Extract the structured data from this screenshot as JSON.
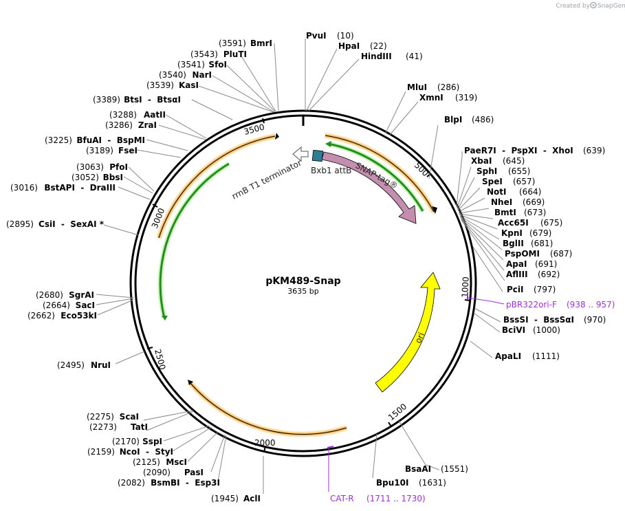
{
  "plasmid": {
    "name": "pKM489-Snap",
    "length_label": "3635 bp",
    "length": 3635
  },
  "credit": {
    "prefix": "Created by",
    "brand": "SnapGene"
  },
  "ticks": [
    "500",
    "1000",
    "1500",
    "2000",
    "2500",
    "3000",
    "3500"
  ],
  "features": [
    {
      "label": "Bxb1 attB"
    },
    {
      "label": "SNAP-tag®"
    },
    {
      "label": "rrnB T1 terminator"
    },
    {
      "label": "ori"
    }
  ],
  "sites": [
    {
      "name": "PvuI",
      "pos": "(10)"
    },
    {
      "name": "HpaI",
      "pos": "(22)"
    },
    {
      "name": "HindIII",
      "pos": "(41)"
    },
    {
      "name": "MluI",
      "pos": "(286)"
    },
    {
      "name": "XmnI",
      "pos": "(319)"
    },
    {
      "name": "BlpI",
      "pos": "(486)"
    },
    {
      "name": "PaeR7I  -  PspXI  -  XhoI",
      "pos": "(639)"
    },
    {
      "name": "XbaI",
      "pos": "(645)"
    },
    {
      "name": "SphI",
      "pos": "(655)"
    },
    {
      "name": "SpeI",
      "pos": "(657)"
    },
    {
      "name": "NotI",
      "pos": "(664)"
    },
    {
      "name": "NheI",
      "pos": "(669)"
    },
    {
      "name": "BmtI",
      "pos": "(673)"
    },
    {
      "name": "Acc65I",
      "pos": "(675)"
    },
    {
      "name": "KpnI",
      "pos": "(679)"
    },
    {
      "name": "BglII",
      "pos": "(681)"
    },
    {
      "name": "PspOMI",
      "pos": "(687)"
    },
    {
      "name": "ApaI",
      "pos": "(691)"
    },
    {
      "name": "AflIII",
      "pos": "(692)"
    },
    {
      "name": "PciI",
      "pos": "(797)"
    },
    {
      "name": "BssSI  -  BssSαI",
      "pos": "(970)"
    },
    {
      "name": "BciVI",
      "pos": "(1000)"
    },
    {
      "name": "ApaLI",
      "pos": "(1111)"
    },
    {
      "name": "BsaAI",
      "pos": "(1551)"
    },
    {
      "name": "Bpu10I",
      "pos": "(1631)"
    },
    {
      "name": "AclI",
      "pos": "(1945)"
    },
    {
      "name": "BsmBI  -  Esp3I",
      "pos": "(2082)"
    },
    {
      "name": "PasI",
      "pos": "(2090)"
    },
    {
      "name": "MscI",
      "pos": "(2125)"
    },
    {
      "name": "NcoI  -  StyI",
      "pos": "(2159)"
    },
    {
      "name": "SspI",
      "pos": "(2170)"
    },
    {
      "name": "TatI",
      "pos": "(2273)"
    },
    {
      "name": "ScaI",
      "pos": "(2275)"
    },
    {
      "name": "NruI",
      "pos": "(2495)"
    },
    {
      "name": "Eco53kI",
      "pos": "(2662)"
    },
    {
      "name": "SacI",
      "pos": "(2664)"
    },
    {
      "name": "SgrAI",
      "pos": "(2680)"
    },
    {
      "name": "CsiI  -  SexAI *",
      "pos": "(2895)"
    },
    {
      "name": "BstAPI  -  DraIII",
      "pos": "(3016)"
    },
    {
      "name": "BbsI",
      "pos": "(3052)"
    },
    {
      "name": "PfoI",
      "pos": "(3063)"
    },
    {
      "name": "FseI",
      "pos": "(3189)"
    },
    {
      "name": "BfuAI  -  BspMI",
      "pos": "(3225)"
    },
    {
      "name": "ZraI",
      "pos": "(3286)"
    },
    {
      "name": "AatII",
      "pos": "(3288)"
    },
    {
      "name": "BtsI  -  BtsαI",
      "pos": "(3389)"
    },
    {
      "name": "KasI",
      "pos": "(3539)"
    },
    {
      "name": "NarI",
      "pos": "(3540)"
    },
    {
      "name": "SfoI",
      "pos": "(3541)"
    },
    {
      "name": "PluTI",
      "pos": "(3543)"
    },
    {
      "name": "BmrI",
      "pos": "(3591)"
    }
  ],
  "primers": [
    {
      "name": "pBR322ori-F",
      "range": "(938 .. 957)"
    },
    {
      "name": "CAT-R",
      "range": "(1711 .. 1730)"
    }
  ],
  "colors": {
    "backbone": "#000000",
    "snap": "#c48fae",
    "attb": "#2b7f94",
    "ori": "#ffff00",
    "orf_outer": "#f4b860",
    "orf_green": "#1f8f1f",
    "orf_glow": "#b8f0a0",
    "primer": "#9b30d9",
    "credit": "#9aa3ad"
  }
}
